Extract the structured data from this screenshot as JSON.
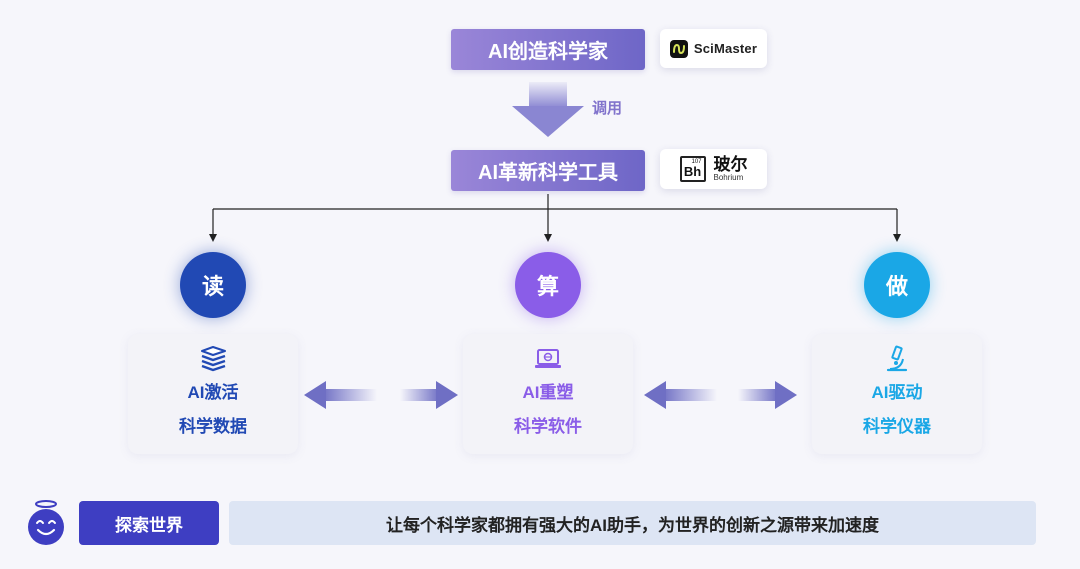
{
  "top": {
    "creator_label": "AI创造科学家",
    "scimaster_logo_text": "SciMaster",
    "call_label": "调用",
    "tools_label": "AI革新科学工具",
    "bohrium_number": "107",
    "bohrium_symbol": "Bh",
    "bohrium_cn": "玻尔",
    "bohrium_en": "Bohrium"
  },
  "pillars": [
    {
      "char": "读",
      "line1": "AI激活",
      "line2": "科学数据",
      "color": "#2149b4",
      "icon": "book-stack-icon"
    },
    {
      "char": "算",
      "line1": "AI重塑",
      "line2": "科学软件",
      "color": "#8a5de8",
      "icon": "laptop-icon"
    },
    {
      "char": "做",
      "line1": "AI驱动",
      "line2": "科学仪器",
      "color": "#1aa7e6",
      "icon": "microscope-icon"
    }
  ],
  "bottom": {
    "explore_label": "探索世界",
    "slogan": "让每个科学家都拥有强大的AI助手，为世界的创新之源带来加速度"
  },
  "colors": {
    "pill_gradient_start": "#9a86d8",
    "pill_gradient_end": "#6e66c7",
    "explore_bg": "#3e3ec2",
    "slogan_bg": "#dde5f4",
    "arrow_color": "#6f6fc4"
  }
}
